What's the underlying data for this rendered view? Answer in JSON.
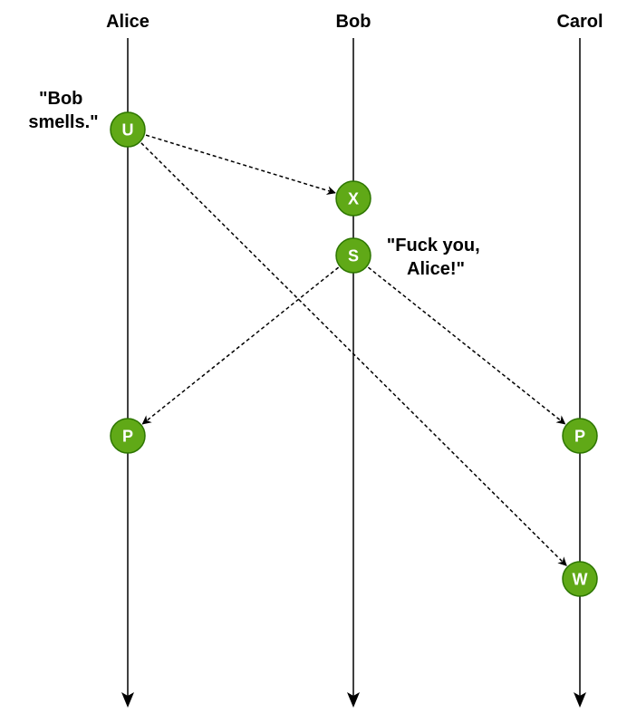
{
  "lifelines": [
    {
      "id": "alice",
      "name": "Alice"
    },
    {
      "id": "bob",
      "name": "Bob"
    },
    {
      "id": "carol",
      "name": "Carol"
    }
  ],
  "events": [
    {
      "id": "alice-u",
      "lifeline": "alice",
      "label": "U"
    },
    {
      "id": "bob-x",
      "lifeline": "bob",
      "label": "X"
    },
    {
      "id": "bob-s",
      "lifeline": "bob",
      "label": "S"
    },
    {
      "id": "alice-p",
      "lifeline": "alice",
      "label": "P"
    },
    {
      "id": "carol-p",
      "lifeline": "carol",
      "label": "P"
    },
    {
      "id": "carol-w",
      "lifeline": "carol",
      "label": "W"
    }
  ],
  "messages": [
    {
      "from": "alice-u",
      "to": "bob-x"
    },
    {
      "from": "alice-u",
      "to": "carol-w"
    },
    {
      "from": "bob-s",
      "to": "alice-p"
    },
    {
      "from": "bob-s",
      "to": "carol-p"
    }
  ],
  "quotes": {
    "alice": [
      "\"Bob",
      "smells.\""
    ],
    "bob": [
      "\"Fuck you,",
      "Alice!\""
    ]
  },
  "colors": {
    "event_fill": "#60a917",
    "event_stroke": "#2d7600",
    "line": "#000000"
  }
}
